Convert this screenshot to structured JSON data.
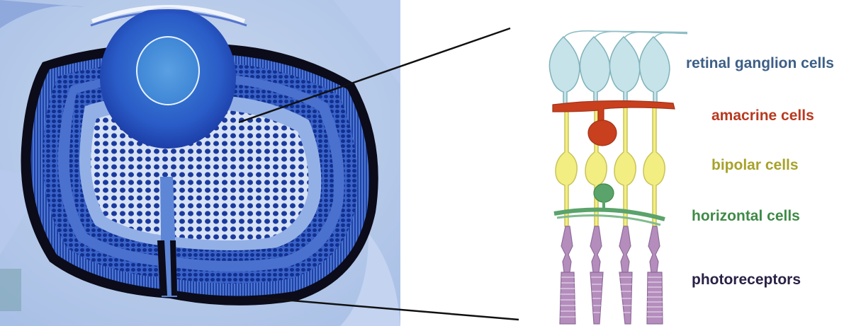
{
  "labels": {
    "retinal_ganglion": "retinal ganglion cells",
    "amacrine": "amacrine cells",
    "bipolar": "bipolar cells",
    "horizontal": "horizontal cells",
    "photoreceptors": "photoreceptors"
  },
  "colors": {
    "retinal_ganglion": "#3d5f86",
    "amacrine": "#b8391f",
    "bipolar": "#a7a22a",
    "horizontal": "#3f8a47",
    "photoreceptors": "#2a2145",
    "ganglion_cell_fill": "#c5e3e8",
    "amacrine_cell_fill": "#c9401f",
    "bipolar_cell_fill": "#f3ee82",
    "horizontal_cell_fill": "#5aa36b",
    "photoreceptor_fill": "#b48dbd",
    "tissue_dark": "#102a8a",
    "tissue_mid": "#2a4fc2",
    "tissue_light": "#6e8fd9"
  }
}
